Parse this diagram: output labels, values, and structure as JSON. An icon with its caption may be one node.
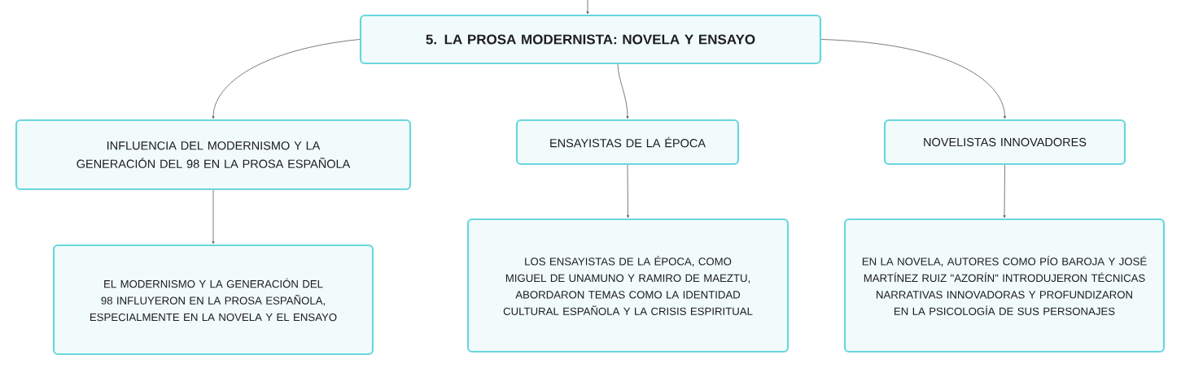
{
  "diagram": {
    "nodes": [
      {
        "text": [
          "5. LA PROSA MODERNISTA: NOVELA Y ENSAYO"
        ]
      },
      {
        "text": [
          "INFLUENCIA DEL MODERNISMO Y LA GENERACIÓN DEL 98 EN LA PROSA ESPAÑOLA"
        ]
      },
      {
        "text": [
          "ENSAYISTAS DE LA ÉPOCA"
        ]
      },
      {
        "text": [
          "NOVELISTAS INNOVADORES"
        ]
      },
      {
        "text": [
          "EL MODERNISMO Y LA GENERACIÓN DEL 98 INFLUYERON EN LA PROSA ESPAÑOLA, ESPECIALMENTE EN LA NOVELA Y EL ENSAYO"
        ]
      },
      {
        "text": [
          "LOS ENSAYISTAS DE LA ÉPOCA, COMO MIGUEL DE UNAMUNO Y RAMIRO DE MAEZTU, ABORDARON TEMAS COMO LA IDENTIDAD CULTURAL ESPAÑOLA Y LA CRISIS ESPIRITUAL"
        ]
      },
      {
        "text": [
          "EN LA NOVELA, AUTORES COMO PÍO BAROJA Y JOSÉ MARTÍNEZ RUIZ \"AZORÍN\" INTRODUJERON TÉCNICAS NARRATIVAS INNOVADORAS Y PROFUNDIZARON EN LA PSICOLOGÍA DE SUS PERSONAJES"
        ]
      }
    ],
    "edges": [
      {
        "from": null,
        "to": 0,
        "arrow": "to"
      },
      {
        "from": 0,
        "to": 1,
        "arrow": "to"
      },
      {
        "from": 0,
        "to": 2,
        "arrow": "to"
      },
      {
        "from": 0,
        "to": 3,
        "arrow": "to"
      },
      {
        "from": 1,
        "to": 4,
        "arrow": "to"
      },
      {
        "from": 2,
        "to": 5,
        "arrow": "to"
      },
      {
        "from": 3,
        "to": 6,
        "arrow": "to"
      }
    ]
  }
}
